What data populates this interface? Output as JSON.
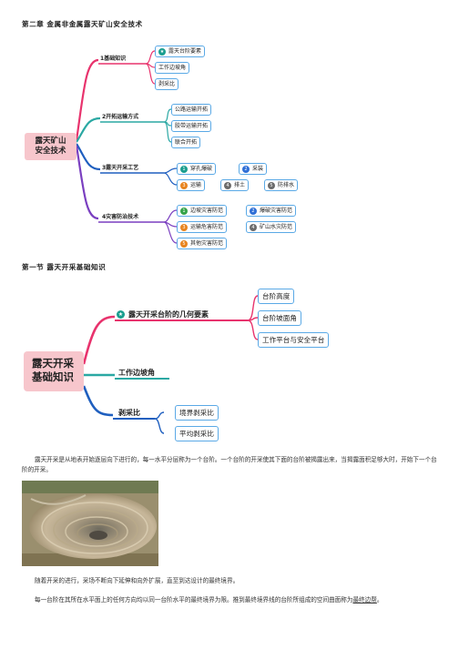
{
  "chapter_title": "第二章 金属非金属露天矿山安全技术",
  "mindmap1": {
    "root_line1": "露天矿山",
    "root_line2": "安全技术",
    "branches": [
      {
        "label": "1基础知识",
        "children": [
          "露天台阶要素",
          "工作边坡角",
          "剥采比"
        ]
      },
      {
        "label": "2开拓运输方式",
        "children": [
          "公路运输开拓",
          "胶带运输开拓",
          "联合开拓"
        ]
      },
      {
        "label": "3露天开采工艺",
        "children": [
          "穿孔爆破",
          "采装",
          "运输",
          "排土",
          "防排水"
        ]
      },
      {
        "label": "4灾害防治技术",
        "children": [
          "边坡灾害防范",
          "爆破灾害防范",
          "运输危害防范",
          "矿山水灾防范",
          "其他灾害防范"
        ]
      }
    ]
  },
  "section_title": "第一节 露天开采基础知识",
  "mindmap2": {
    "root_line1": "露天开采",
    "root_line2": "基础知识",
    "branches": [
      {
        "label": "露天开采台阶的几何要素",
        "children": [
          "台阶高度",
          "台阶坡面角",
          "工作平台与安全平台"
        ]
      },
      {
        "label": "工作边坡角",
        "children": []
      },
      {
        "label": "剥采比",
        "children": [
          "境界剥采比",
          "平均剥采比"
        ]
      }
    ]
  },
  "paragraphs": {
    "p1": "露天开采是从地表开始逐层向下进行的，每一水平分层称为一个台阶。一个台阶的开采使其下面的台阶被揭露出来，当揭露面积足够大时，开始下一个台阶的开采。",
    "p2": "随着开采的进行，采场不断向下延伸和向外扩展，直至到达设计的最终境界。",
    "p3_main": "每一台阶在其所在水平面上的任何方向均以同一台阶水平的最终境界为限。推到最终境界线的台阶所组成的空间曲面称为",
    "p3_term": "最终边帮",
    "p3_end": "。"
  },
  "colors": {
    "branch1": "#e8336d",
    "branch2": "#2aa8a3",
    "branch3": "#1f5fbf",
    "branch4": "#7a3fc0",
    "root_fill": "#f7c6cc",
    "leaf_border": "#5aa9e6",
    "badge_teal": "#1a9e8f",
    "badge_blue": "#2f6fd6",
    "badge_orange": "#e8841f",
    "badge_gray": "#6b6b6b",
    "badge_purple": "#8a5cc8",
    "badge_green": "#36a34a"
  },
  "icons": {
    "badge": "numbered-circle-icon",
    "photo": "open-pit-mine-photo"
  }
}
